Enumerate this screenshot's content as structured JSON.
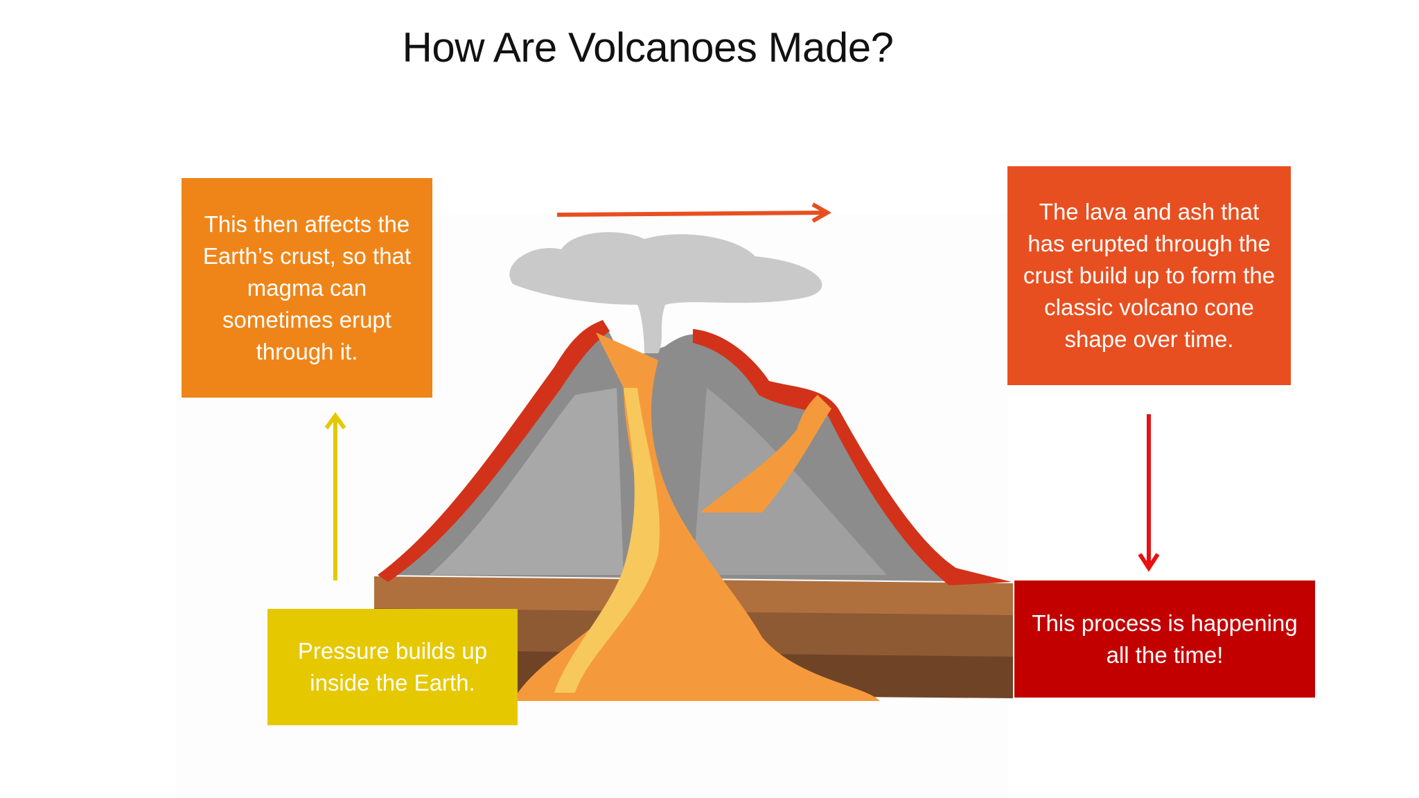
{
  "title": "How Are Volcanoes Made?",
  "steps": {
    "pressure": "Pressure builds up inside the Earth.",
    "crust": "This then affects the Earth’s crust, so that magma can sometimes erupt through it.",
    "lava": "The lava and ash that has erupted through the crust build up to form the classic volcano cone shape over time.",
    "process": "This process is happening all the time!"
  },
  "colors": {
    "pressure": "#e6c800",
    "crust": "#ef8519",
    "lava": "#e84f20",
    "process": "#c20000",
    "arrow_up": "#e6c800",
    "arrow_right": "#e84f20",
    "arrow_down": "#e81010"
  },
  "illustration": "volcano cross-section"
}
